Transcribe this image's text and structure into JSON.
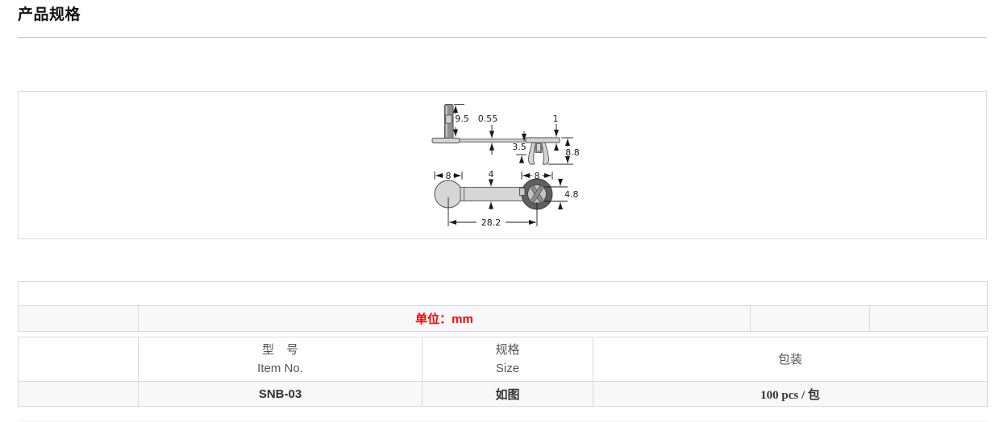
{
  "page": {
    "title": "产品规格"
  },
  "diagram": {
    "side_view": {
      "pin_height": "9.5",
      "strap_thickness": "0.55",
      "head_height": "1",
      "clearance": "3.5",
      "snap_height": "8.8"
    },
    "bottom_view": {
      "pin_head_dia": "8",
      "strap_width": "4",
      "snap_head_dia": "8",
      "snap_dia": "4.8",
      "overall_length": "28.2"
    }
  },
  "unit_row": {
    "label": "单位：mm"
  },
  "spec_table": {
    "col_item": {
      "zh": "型　号",
      "en": "Item No."
    },
    "col_size": {
      "zh": "规格",
      "en": "Size"
    },
    "col_pack": {
      "zh": "包装"
    },
    "row": {
      "item_no": "SNB-03",
      "size": "如图",
      "pack": "100 pcs / 包"
    }
  },
  "colors": {
    "accent_red": "#fe0000",
    "part_light": "#d6d6d6",
    "part_dark": "#8f8f8f",
    "ring_dark": "#5f5f5f"
  }
}
